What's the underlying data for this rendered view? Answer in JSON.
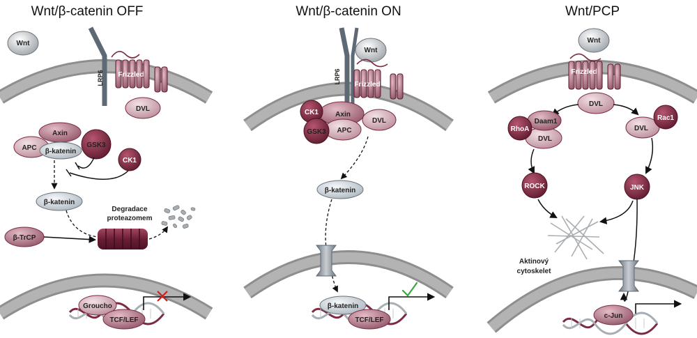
{
  "colors": {
    "membrane": "#9a9a9a",
    "dark_protein": "#7a2b42",
    "medium_protein": "#b07a88",
    "light_protein": "#dcb8c0",
    "catenin": "#dfe5ea",
    "lrp6": "#5d6a76",
    "red_x": "#cc1e1e",
    "check": "#3aa83a"
  },
  "panels": {
    "off": {
      "title": "Wnt/β-catenin OFF",
      "wnt": "Wnt",
      "lrp6": "LRP6",
      "frizzled": "Frizzled",
      "dvl": "DVL",
      "axin": "Axin",
      "apc": "APC",
      "gsk3": "GSK3",
      "bcat_complex": "β-katenin",
      "ck1": "CK1",
      "bcat_free": "β-katenin",
      "degradation_line1": "Degradace",
      "degradation_line2": "proteazomem",
      "btrcp": "β-TrCP",
      "groucho": "Groucho",
      "tcf": "TCF/LEF"
    },
    "on": {
      "title": "Wnt/β-catenin ON",
      "wnt": "Wnt",
      "lrp6": "LRP6",
      "frizzled": "Frizzled",
      "ck1": "CK1",
      "axin": "Axin",
      "gsk3": "GSK3",
      "apc": "APC",
      "dvl": "DVL",
      "bcat_cyto": "β-katenin",
      "bcat_nuc": "β-katenin",
      "tcf": "TCF/LEF"
    },
    "pcp": {
      "title": "Wnt/PCP",
      "wnt": "Wnt",
      "frizzled": "Frizzled",
      "dvl_top": "DVL",
      "rhoa": "RhoA",
      "daam1": "Daam1",
      "dvl_left": "DVL",
      "rac1": "Rac1",
      "dvl_right": "DVL",
      "rock": "ROCK",
      "jnk": "JNK",
      "cytoskeleton_line1": "Aktinový",
      "cytoskeleton_line2": "cytoskelet",
      "cjun": "c-Jun"
    }
  }
}
